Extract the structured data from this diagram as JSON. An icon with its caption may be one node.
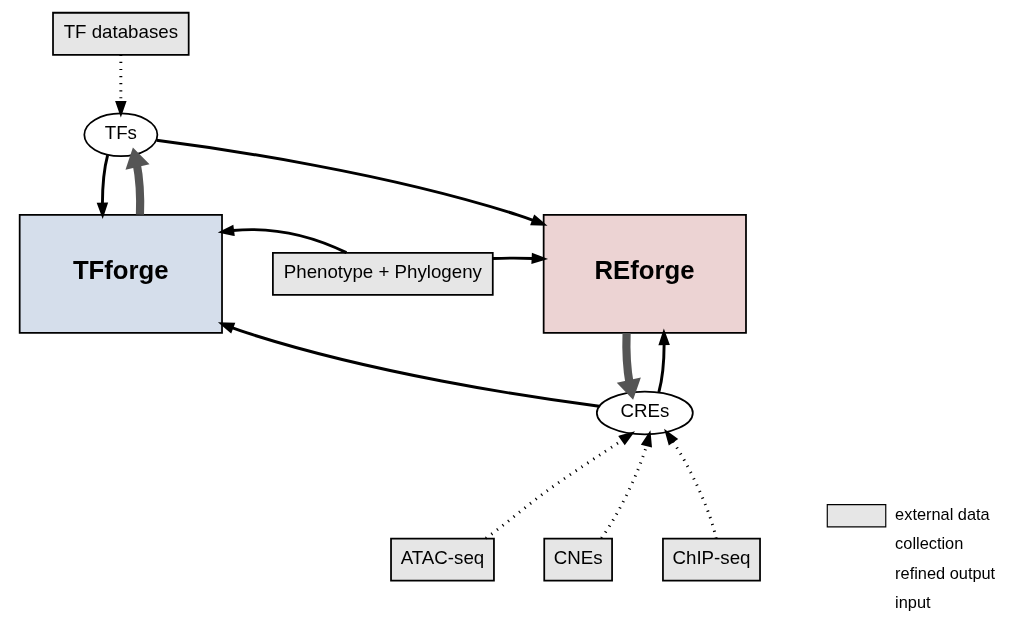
{
  "diagram": {
    "nodes": [
      {
        "text": [
          "TF databases"
        ]
      },
      {
        "text": [
          "TFs"
        ]
      },
      {
        "text": [
          "TFforge"
        ]
      },
      {
        "text": [
          "Phenotype + Phylogeny"
        ]
      },
      {
        "text": [
          "REforge"
        ]
      },
      {
        "text": [
          "CREs"
        ]
      },
      {
        "text": [
          "ATAC-seq"
        ]
      },
      {
        "text": [
          "CNEs"
        ]
      },
      {
        "text": [
          "ChIP-seq"
        ]
      }
    ],
    "edges": [
      {
        "from": 0,
        "to": 1,
        "arrow": "to",
        "style": "dashed"
      },
      {
        "from": 2,
        "to": 1,
        "arrow": "to",
        "style": "thick"
      },
      {
        "from": 1,
        "to": 4,
        "arrow": "to"
      },
      {
        "from": 1,
        "to": 2,
        "arrow": "to"
      },
      {
        "from": 3,
        "to": 2,
        "arrow": "to"
      },
      {
        "from": 3,
        "to": 4,
        "arrow": "to"
      },
      {
        "from": 5,
        "to": 4,
        "arrow": "to"
      },
      {
        "from": 5,
        "to": 2,
        "arrow": "to"
      },
      {
        "from": 4,
        "to": 5,
        "arrow": "to",
        "style": "thick"
      },
      {
        "from": 6,
        "to": 5,
        "arrow": "to",
        "style": "dashed"
      },
      {
        "from": 7,
        "to": 5,
        "arrow": "to",
        "style": "dashed"
      },
      {
        "from": 8,
        "to": 5,
        "arrow": "to",
        "style": "dashed"
      }
    ],
    "legend": [
      {
        "text": "external data",
        "color": "#e6e6e6"
      },
      {
        "text": "collection"
      },
      {
        "text": "refined output"
      },
      {
        "text": "input"
      }
    ]
  }
}
